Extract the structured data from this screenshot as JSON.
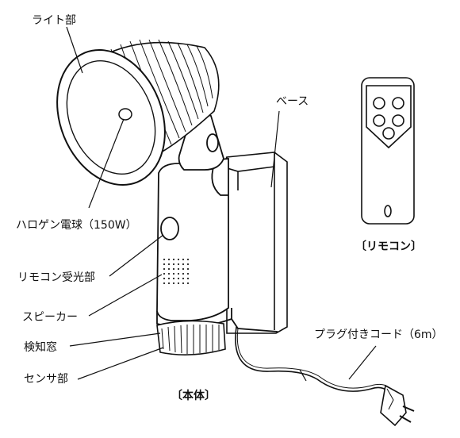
{
  "labels": {
    "light": "ライト部",
    "base": "ベース",
    "bulb": "ハロゲン電球（150W）",
    "receiver": "リモコン受光部",
    "speaker": "スピーカー",
    "window": "検知窓",
    "sensor": "センサ部",
    "cord": "プラグ付きコード（6m）"
  },
  "captions": {
    "body": "〔本体〕",
    "remote": "〔リモコン〕"
  }
}
